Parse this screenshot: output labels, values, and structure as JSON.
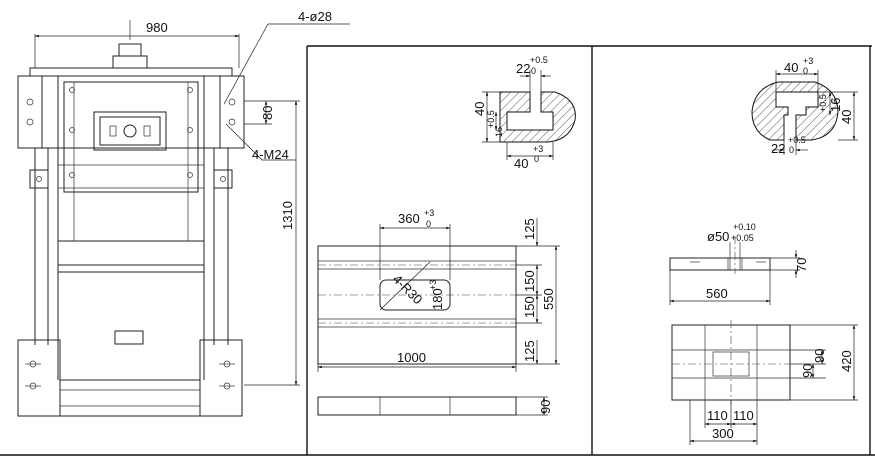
{
  "frame_view": {
    "width_dim": "980",
    "height_dim": "1310",
    "hole_note": "4-ø28",
    "thread_note": "4-M24",
    "offset_dim": "80"
  },
  "slot_upper_left": {
    "top_width": "22",
    "top_tol_plus": "+0.5",
    "top_tol_zero": "0",
    "depth": "40",
    "neck": "16",
    "neck_tol_plus": "+0.5",
    "neck_tol_zero": "0",
    "bottom_width": "40",
    "bottom_tol_plus": "+3",
    "bottom_tol_zero": "0"
  },
  "bolster": {
    "opening_width": "360",
    "opening_tol_plus": "+3",
    "opening_tol_zero": "0",
    "opening_depth": "180",
    "opening_depth_tol_plus": "+3",
    "opening_depth_tol_zero": "0",
    "radius_note": "4-R30",
    "length": "1000",
    "width": "550",
    "edge_top": "125",
    "edge_bottom": "125",
    "slot_pitch_a": "150",
    "slot_pitch_b": "150",
    "thickness": "90"
  },
  "slot_upper_right": {
    "top_width": "40",
    "top_tol_plus": "+3",
    "top_tol_zero": "0",
    "depth": "40",
    "neck": "16",
    "neck_tol": "+0.5",
    "bottom_width": "22",
    "bottom_tol_plus": "+0.5",
    "bottom_tol_zero": "0"
  },
  "slide": {
    "shank_dia": "ø50",
    "shank_tol_plus": "+0.10",
    "shank_tol_minus": "+0.05",
    "height": "70",
    "length": "560",
    "depth": "420",
    "slot_offset_a": "110",
    "slot_offset_b": "110",
    "slot_span": "300",
    "slot_pitch": "90",
    "slot_pitch_b": "90"
  }
}
